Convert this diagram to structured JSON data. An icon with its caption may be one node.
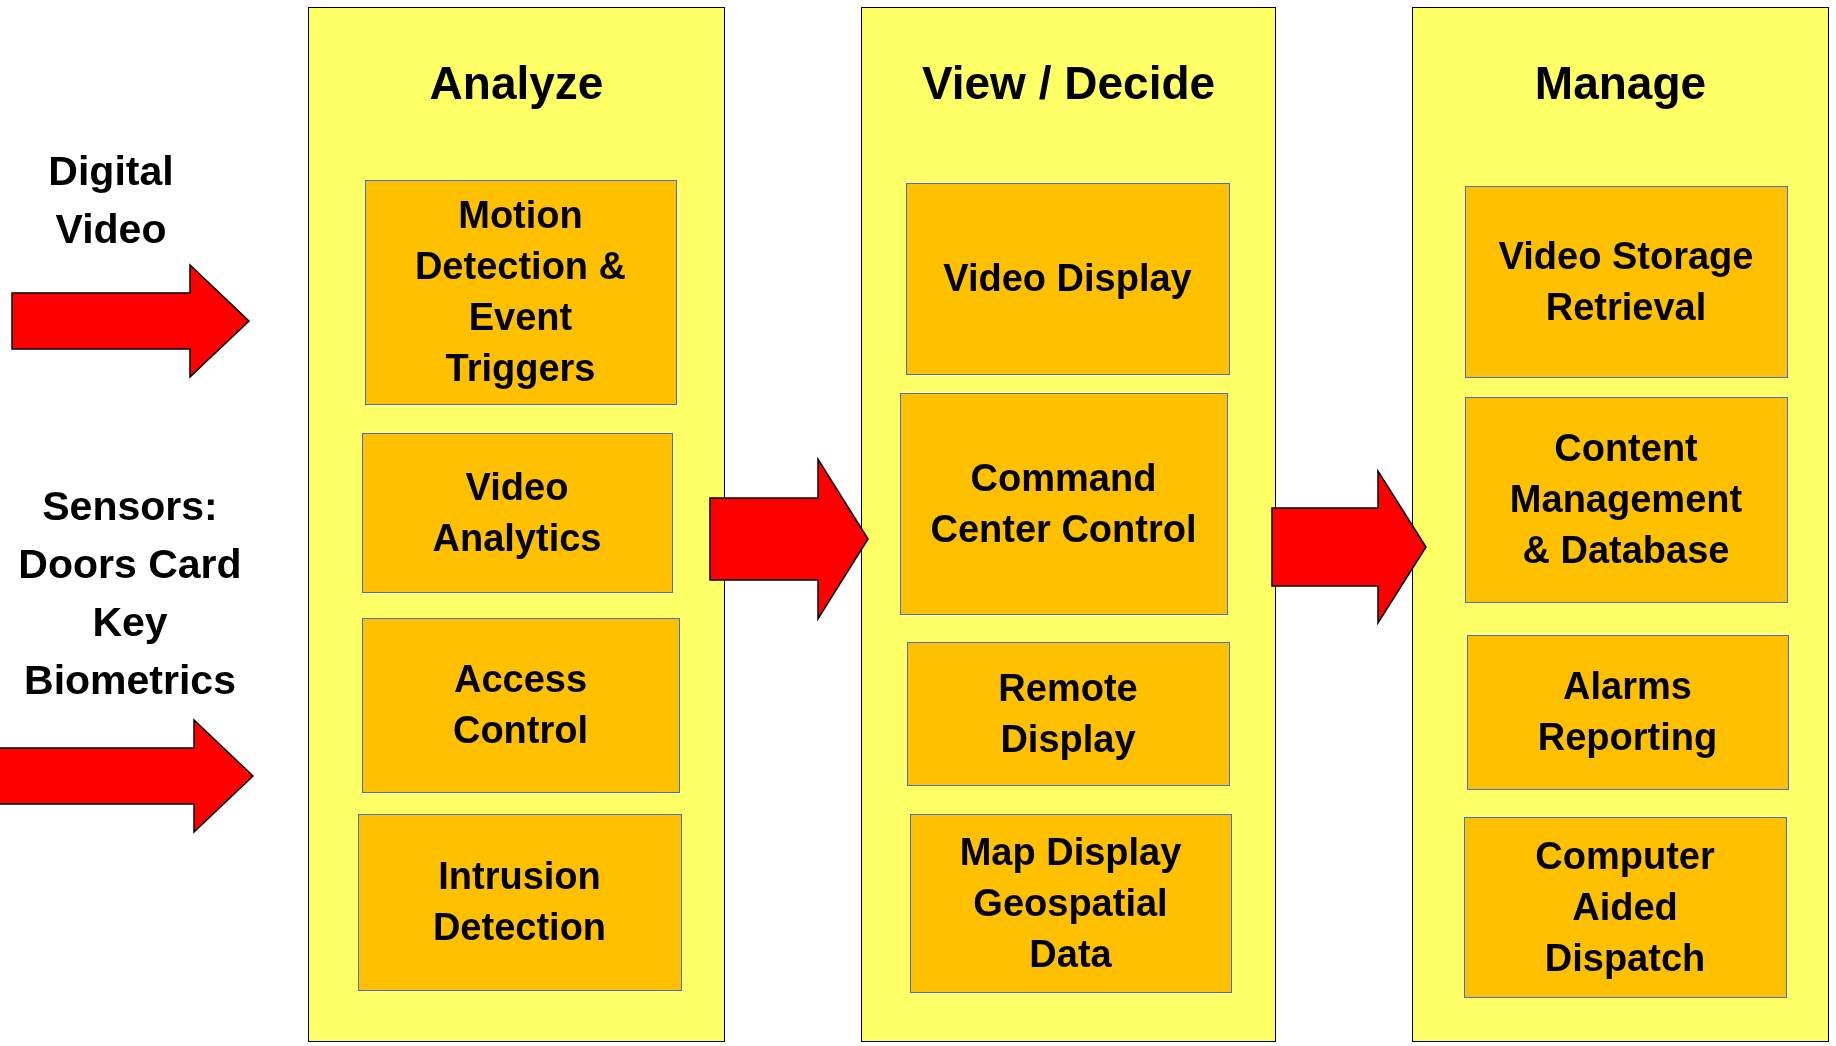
{
  "diagram": {
    "nodes": [
      {
        "text": [
          "Digital Video"
        ]
      },
      {
        "text": [
          "Sensors: Doors Card Key Biometrics"
        ]
      },
      {
        "text": [
          "Analyze"
        ]
      },
      {
        "text": [
          "Motion Detection & Event Triggers"
        ],
        "in": 2
      },
      {
        "text": [
          "Video Analytics"
        ],
        "in": 2
      },
      {
        "text": [
          "Access Control"
        ],
        "in": 2
      },
      {
        "text": [
          "Intrusion Detection"
        ],
        "in": 2
      },
      {
        "text": [
          "View / Decide"
        ]
      },
      {
        "text": [
          "Video Display"
        ],
        "in": 7
      },
      {
        "text": [
          "Command Center Control"
        ],
        "in": 7
      },
      {
        "text": [
          "Remote Display"
        ],
        "in": 7
      },
      {
        "text": [
          "Map Display Geospatial Data"
        ],
        "in": 7
      },
      {
        "text": [
          "Manage"
        ]
      },
      {
        "text": [
          "Video Storage Retrieval"
        ],
        "in": 12
      },
      {
        "text": [
          "Content Management & Database"
        ],
        "in": 12
      },
      {
        "text": [
          "Alarms Reporting"
        ],
        "in": 12
      },
      {
        "text": [
          "Computer Aided Dispatch"
        ],
        "in": 12
      }
    ],
    "edges": [
      {
        "from": 0,
        "to": 2,
        "arrow": "to"
      },
      {
        "from": 1,
        "to": 2,
        "arrow": "to"
      },
      {
        "from": 2,
        "to": 7,
        "arrow": "to"
      },
      {
        "from": 7,
        "to": 12,
        "arrow": "to"
      }
    ]
  }
}
